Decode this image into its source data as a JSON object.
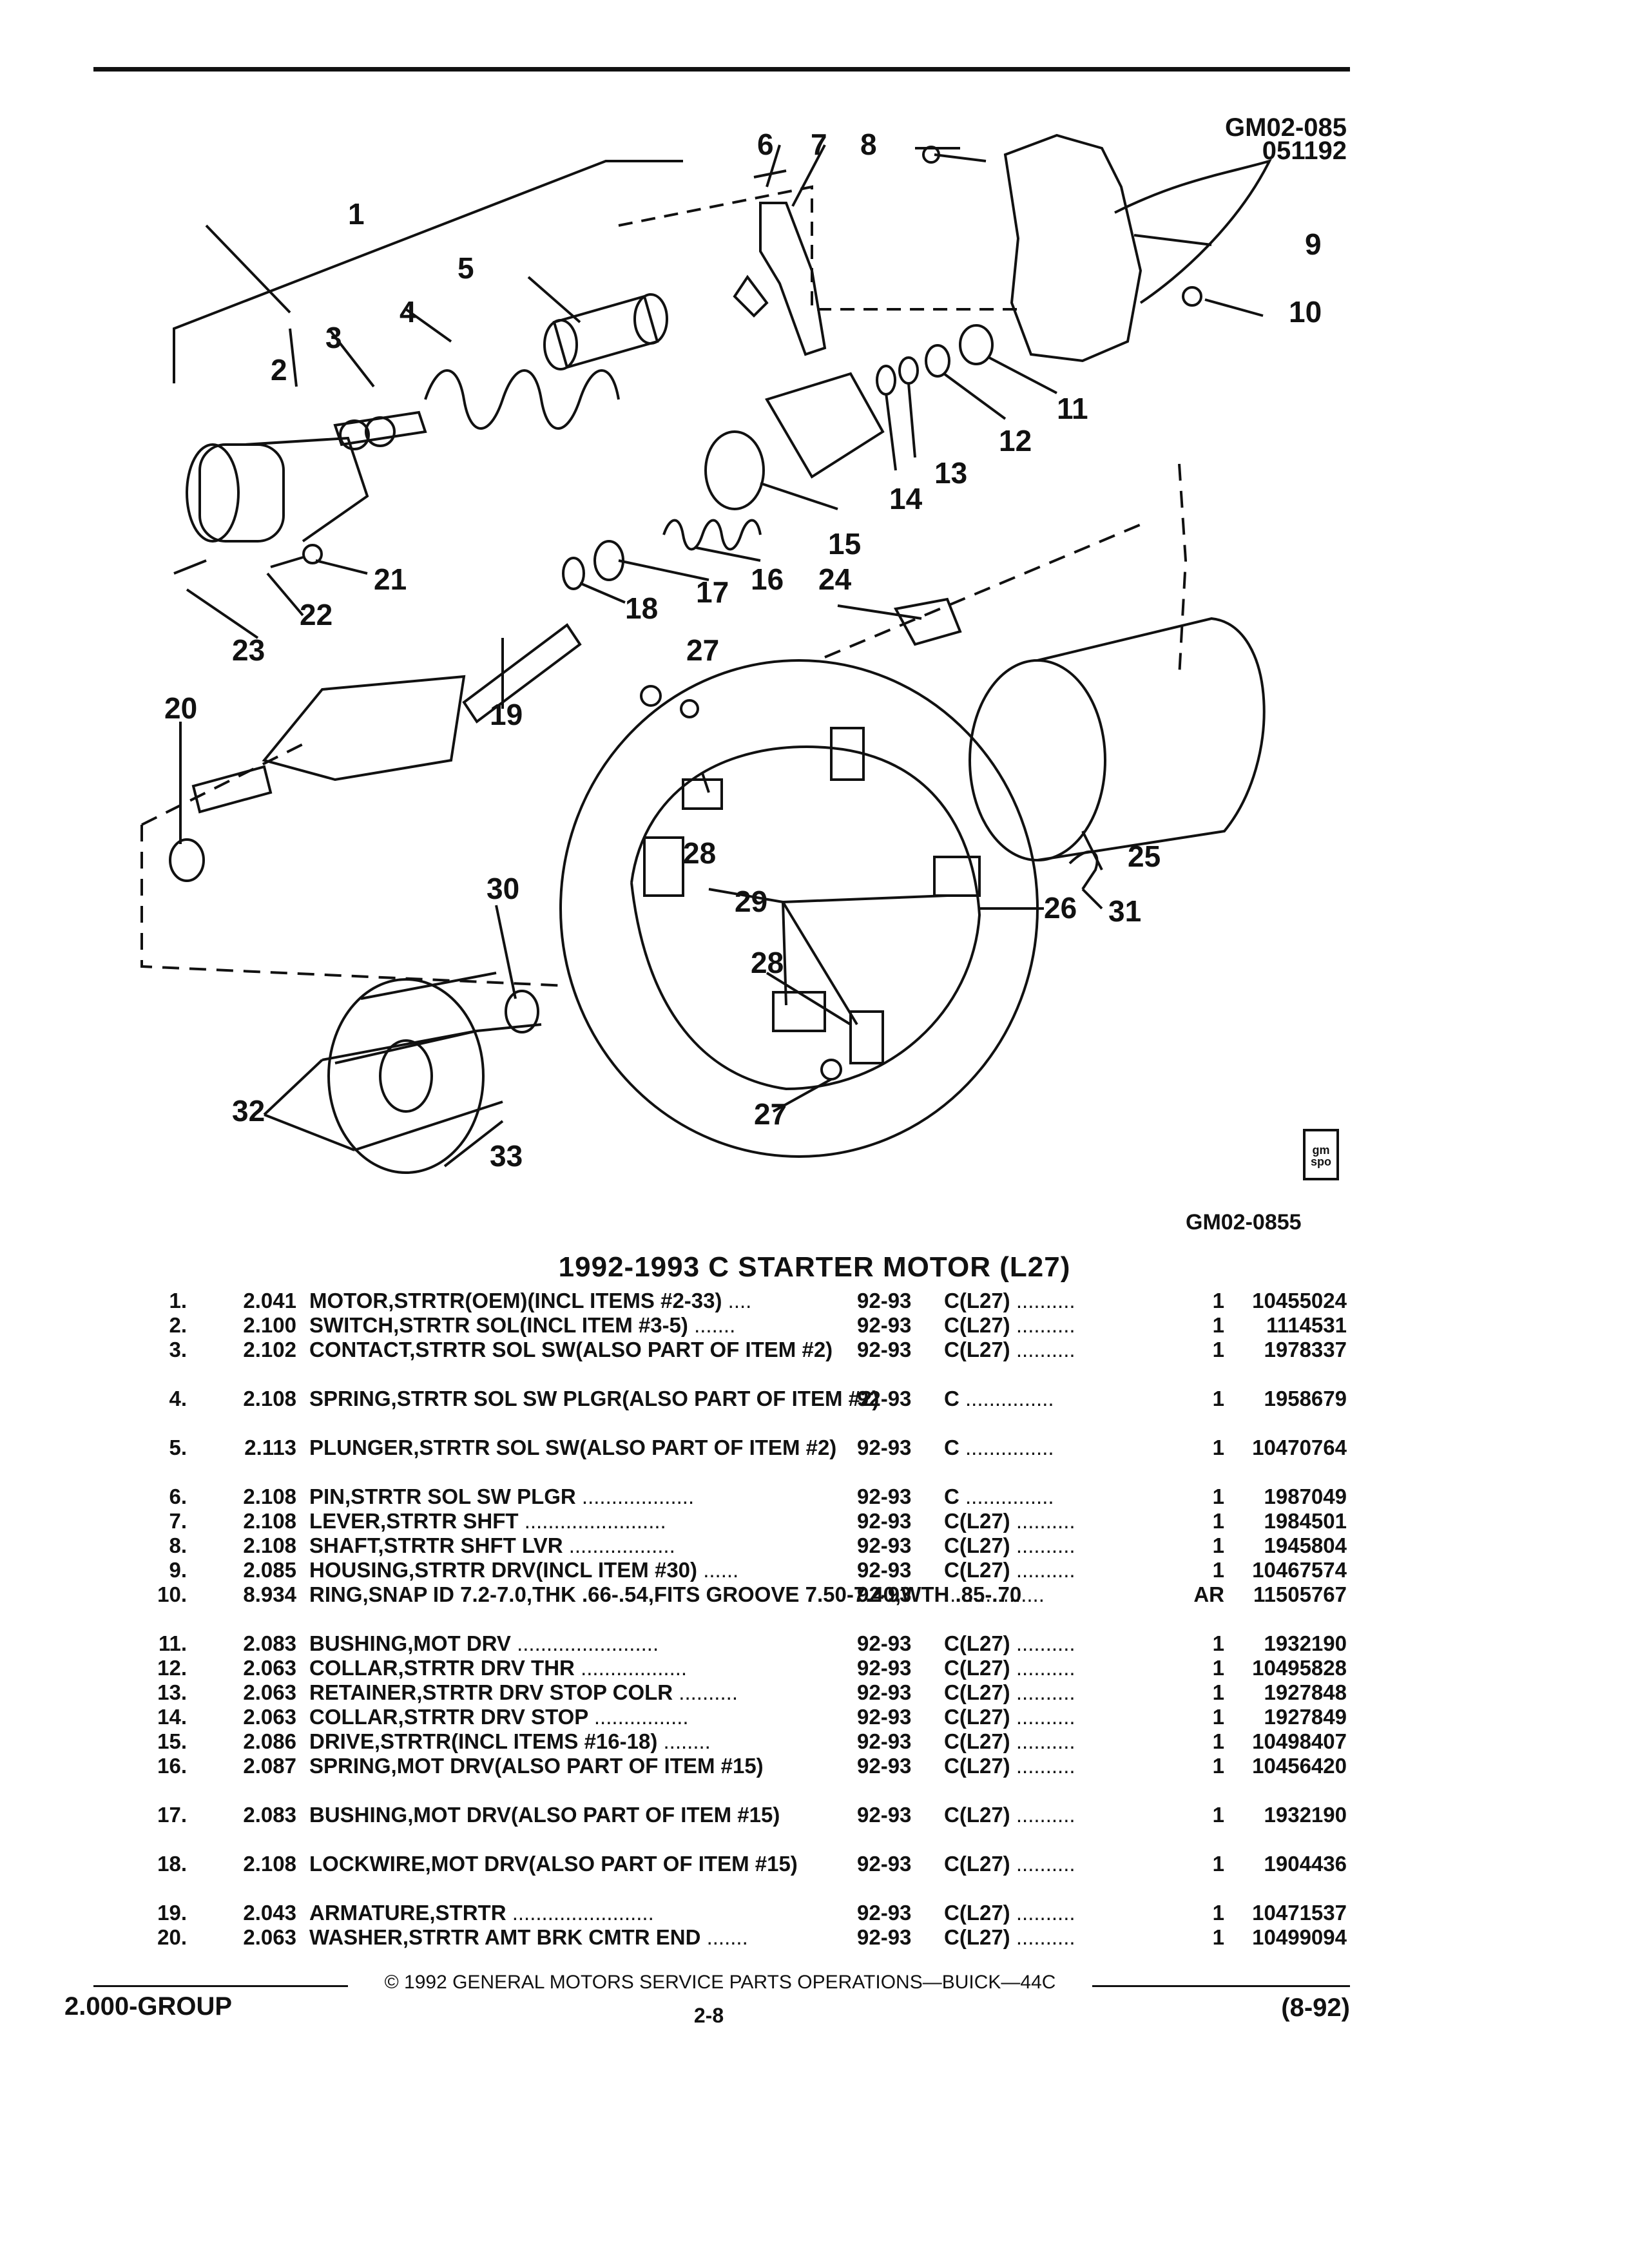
{
  "figure": {
    "code_top_line1": "GM02-085",
    "code_top_line2": "051192",
    "code_bottom": "GM02-0855",
    "icon_text": "gm spo",
    "callouts": [
      "1",
      "2",
      "3",
      "4",
      "5",
      "6",
      "7",
      "8",
      "9",
      "10",
      "11",
      "12",
      "13",
      "14",
      "15",
      "16",
      "17",
      "18",
      "19",
      "20",
      "21",
      "22",
      "23",
      "24",
      "25",
      "26",
      "27",
      "28",
      "29",
      "30",
      "31",
      "32",
      "33"
    ]
  },
  "title": "1992-1993 C STARTER MOTOR (L27)",
  "parts": [
    {
      "item": "1.",
      "group": "2.041",
      "name": "MOTOR",
      "desc": ",STRTR(OEM)(INCL ITEMS #2-33)",
      "dots": "....",
      "years": "92-93",
      "model": "C(L27)",
      "mdots": "..........",
      "qty": "1",
      "part": "10455024"
    },
    {
      "item": "2.",
      "group": "2.100",
      "name": "SWITCH",
      "desc": ",STRTR SOL(INCL ITEM #3-5)",
      "dots": ".......",
      "years": "92-93",
      "model": "C(L27)",
      "mdots": "..........",
      "qty": "1",
      "part": "1114531"
    },
    {
      "item": "3.",
      "group": "2.102",
      "name": "CONTACT",
      "desc": ",STRTR SOL SW(ALSO PART OF ITEM #2)",
      "dots": "",
      "years": "92-93",
      "model": "C(L27)",
      "mdots": "..........",
      "qty": "1",
      "part": "1978337"
    },
    {
      "item": "4.",
      "group": "2.108",
      "name": "SPRING",
      "desc": ",STRTR SOL SW PLGR(ALSO PART OF ITEM #2)",
      "dots": "",
      "years": "92-93",
      "model": "C",
      "mdots": "...............",
      "qty": "1",
      "part": "1958679"
    },
    {
      "item": "5.",
      "group": "2.113",
      "name": "PLUNGER",
      "desc": ",STRTR SOL SW(ALSO PART OF ITEM #2)",
      "dots": "",
      "years": "92-93",
      "model": "C",
      "mdots": "...............",
      "qty": "1",
      "part": "10470764"
    },
    {
      "item": "6.",
      "group": "2.108",
      "name": "PIN",
      "desc": ",STRTR SOL SW PLGR",
      "dots": "...................",
      "years": "92-93",
      "model": "C",
      "mdots": "...............",
      "qty": "1",
      "part": "1987049"
    },
    {
      "item": "7.",
      "group": "2.108",
      "name": "LEVER",
      "desc": ",STRTR SHFT",
      "dots": "........................",
      "years": "92-93",
      "model": "C(L27)",
      "mdots": "..........",
      "qty": "1",
      "part": "1984501"
    },
    {
      "item": "8.",
      "group": "2.108",
      "name": "SHAFT",
      "desc": ",STRTR SHFT LVR",
      "dots": "..................",
      "years": "92-93",
      "model": "C(L27)",
      "mdots": "..........",
      "qty": "1",
      "part": "1945804"
    },
    {
      "item": "9.",
      "group": "2.085",
      "name": "HOUSING",
      "desc": ",STRTR DRV(INCL ITEM #30)",
      "dots": "......",
      "years": "92-93",
      "model": "C(L27)",
      "mdots": "..........",
      "qty": "1",
      "part": "10467574"
    },
    {
      "item": "10.",
      "group": "8.934",
      "name": "RING",
      "desc": ",SNAP ID 7.2-7.0,THK .66-.54,FITS GROOVE 7.50-7.40,WTH .85-.70",
      "dots": "",
      "years": "92-93",
      "model": "",
      "mdots": ".................",
      "qty": "AR",
      "part": "11505767"
    },
    {
      "item": "11.",
      "group": "2.083",
      "name": "BUSHING",
      "desc": ",MOT DRV",
      "dots": "........................",
      "years": "92-93",
      "model": "C(L27)",
      "mdots": "..........",
      "qty": "1",
      "part": "1932190"
    },
    {
      "item": "12.",
      "group": "2.063",
      "name": "COLLAR",
      "desc": ",STRTR DRV THR",
      "dots": "..................",
      "years": "92-93",
      "model": "C(L27)",
      "mdots": "..........",
      "qty": "1",
      "part": "10495828"
    },
    {
      "item": "13.",
      "group": "2.063",
      "name": "RETAINER",
      "desc": ",STRTR DRV STOP COLR",
      "dots": "..........",
      "years": "92-93",
      "model": "C(L27)",
      "mdots": "..........",
      "qty": "1",
      "part": "1927848"
    },
    {
      "item": "14.",
      "group": "2.063",
      "name": "COLLAR",
      "desc": ",STRTR DRV STOP",
      "dots": "................",
      "years": "92-93",
      "model": "C(L27)",
      "mdots": "..........",
      "qty": "1",
      "part": "1927849"
    },
    {
      "item": "15.",
      "group": "2.086",
      "name": "DRIVE",
      "desc": ",STRTR(INCL ITEMS #16-18)",
      "dots": "........",
      "years": "92-93",
      "model": "C(L27)",
      "mdots": "..........",
      "qty": "1",
      "part": "10498407"
    },
    {
      "item": "16.",
      "group": "2.087",
      "name": "SPRING",
      "desc": ",MOT DRV(ALSO PART OF ITEM #15)",
      "dots": "",
      "years": "92-93",
      "model": "C(L27)",
      "mdots": "..........",
      "qty": "1",
      "part": "10456420"
    },
    {
      "item": "17.",
      "group": "2.083",
      "name": "BUSHING",
      "desc": ",MOT DRV(ALSO PART OF ITEM #15)",
      "dots": "",
      "years": "92-93",
      "model": "C(L27)",
      "mdots": "..........",
      "qty": "1",
      "part": "1932190"
    },
    {
      "item": "18.",
      "group": "2.108",
      "name": "LOCKWIRE",
      "desc": ",MOT DRV(ALSO PART OF ITEM #15)",
      "dots": "",
      "years": "92-93",
      "model": "C(L27)",
      "mdots": "..........",
      "qty": "1",
      "part": "1904436"
    },
    {
      "item": "19.",
      "group": "2.043",
      "name": "ARMATURE",
      "desc": ",STRTR",
      "dots": "........................",
      "years": "92-93",
      "model": "C(L27)",
      "mdots": "..........",
      "qty": "1",
      "part": "10471537"
    },
    {
      "item": "20.",
      "group": "2.063",
      "name": "WASHER",
      "desc": ",STRTR AMT BRK CMTR END",
      "dots": ".......",
      "years": "92-93",
      "model": "C(L27)",
      "mdots": "..........",
      "qty": "1",
      "part": "10499094"
    }
  ],
  "footer": {
    "copyright": "© 1992 GENERAL MOTORS SERVICE PARTS OPERATIONS—BUICK—44C",
    "group": "2.000-GROUP",
    "page": "2-8",
    "date": "(8-92)"
  }
}
